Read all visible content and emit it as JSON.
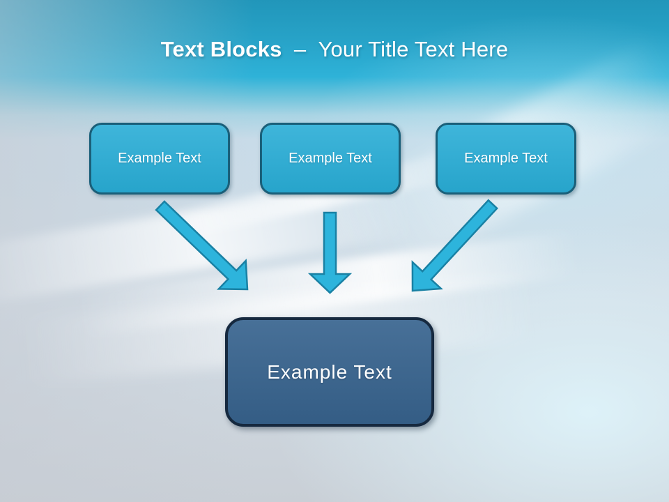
{
  "title": {
    "bold": "Text Blocks",
    "separator": "–",
    "rest": "Your Title Text Here"
  },
  "boxes": {
    "top": [
      {
        "label": "Example Text"
      },
      {
        "label": "Example Text"
      },
      {
        "label": "Example Text"
      }
    ],
    "bottom": {
      "label": "Example Text"
    }
  },
  "icons": {
    "arrow_left": "diagonal-down-right-arrow",
    "arrow_middle": "down-arrow",
    "arrow_right": "diagonal-down-left-arrow"
  },
  "colors": {
    "band-top": "#2196ba",
    "band-bottom": "#2eb2d8",
    "bg-light": "#d2dde6",
    "box-fill": "#29add6",
    "box-border": "#1a5f79",
    "bottom-fill": "#38648f",
    "bottom-border": "#16293f",
    "arrow-fill": "#2db4dc",
    "arrow-stroke": "#1981a4",
    "title-color": "#ffffff"
  }
}
